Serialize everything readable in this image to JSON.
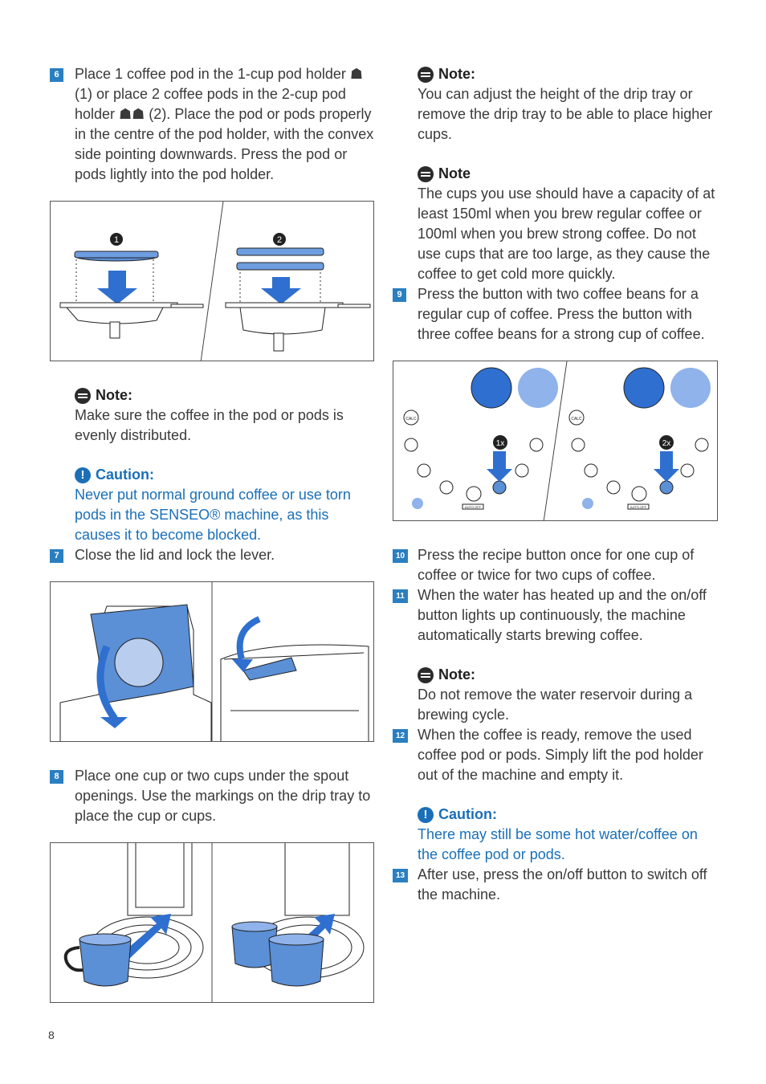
{
  "left": {
    "step6": {
      "num": "6",
      "text": "Place 1 coffee pod in the 1-cup pod holder ☗ (1) or place 2 coffee pods in the 2-cup pod holder ☗☗ (2). Place the pod or pods properly in the centre of the pod holder, with the convex side pointing downwards. Press the pod or pods lightly into the pod holder."
    },
    "fig1": {
      "label1": "1",
      "label2": "2"
    },
    "note1": {
      "head": "Note:",
      "text": "Make sure the coffee in the pod or pods is evenly distributed."
    },
    "caution1": {
      "head": "Caution:",
      "text": "Never put normal ground coffee or use torn pods in the SENSEO® machine, as this causes it to become blocked."
    },
    "step7": {
      "num": "7",
      "text": "Close the lid and lock the lever."
    },
    "step8": {
      "num": "8",
      "text": "Place one cup or two cups under the spout openings. Use the markings on the drip tray to place the cup or cups."
    }
  },
  "right": {
    "note2": {
      "head": "Note:",
      "text": "You can adjust the height of the drip tray or remove the drip tray to be able to place higher cups."
    },
    "note3": {
      "head": "Note",
      "text": "The cups you use should have a capacity of at least 150ml when you brew regular coffee or 100ml when you brew strong coffee. Do not use cups that are too large, as they cause the coffee to get cold more quickly."
    },
    "step9": {
      "num": "9",
      "text": "Press the button with two coffee beans for a regular cup of coffee. Press the button with three coffee beans for a strong cup of coffee."
    },
    "panel": {
      "calc": "CALC",
      "one_x": "1x",
      "two_x": "2x",
      "auto_off": "AUTO OFF"
    },
    "step10": {
      "num": "10",
      "text": "Press the recipe button once for one cup of coffee or twice for two cups of coffee."
    },
    "step11": {
      "num": "11",
      "text": "When the water has heated up and the on/off button lights up continuously, the machine automatically starts brewing coffee."
    },
    "note4": {
      "head": "Note:",
      "text": "Do not remove the water reservoir during a brewing cycle."
    },
    "step12": {
      "num": "12",
      "text": "When the coffee is ready, remove the used coffee pod or pods. Simply lift the pod holder out of the machine and empty it."
    },
    "caution2": {
      "head": "Caution:",
      "text": "There may still be some hot water/coffee on the coffee pod or pods."
    },
    "step13": {
      "num": "13",
      "text": "After use, press the on/off button to switch off the machine."
    }
  },
  "page_number": "8",
  "colors": {
    "accent": "#2a7fc1",
    "caution": "#1a6fb8",
    "illustration_blue": "#5b8fd6"
  }
}
